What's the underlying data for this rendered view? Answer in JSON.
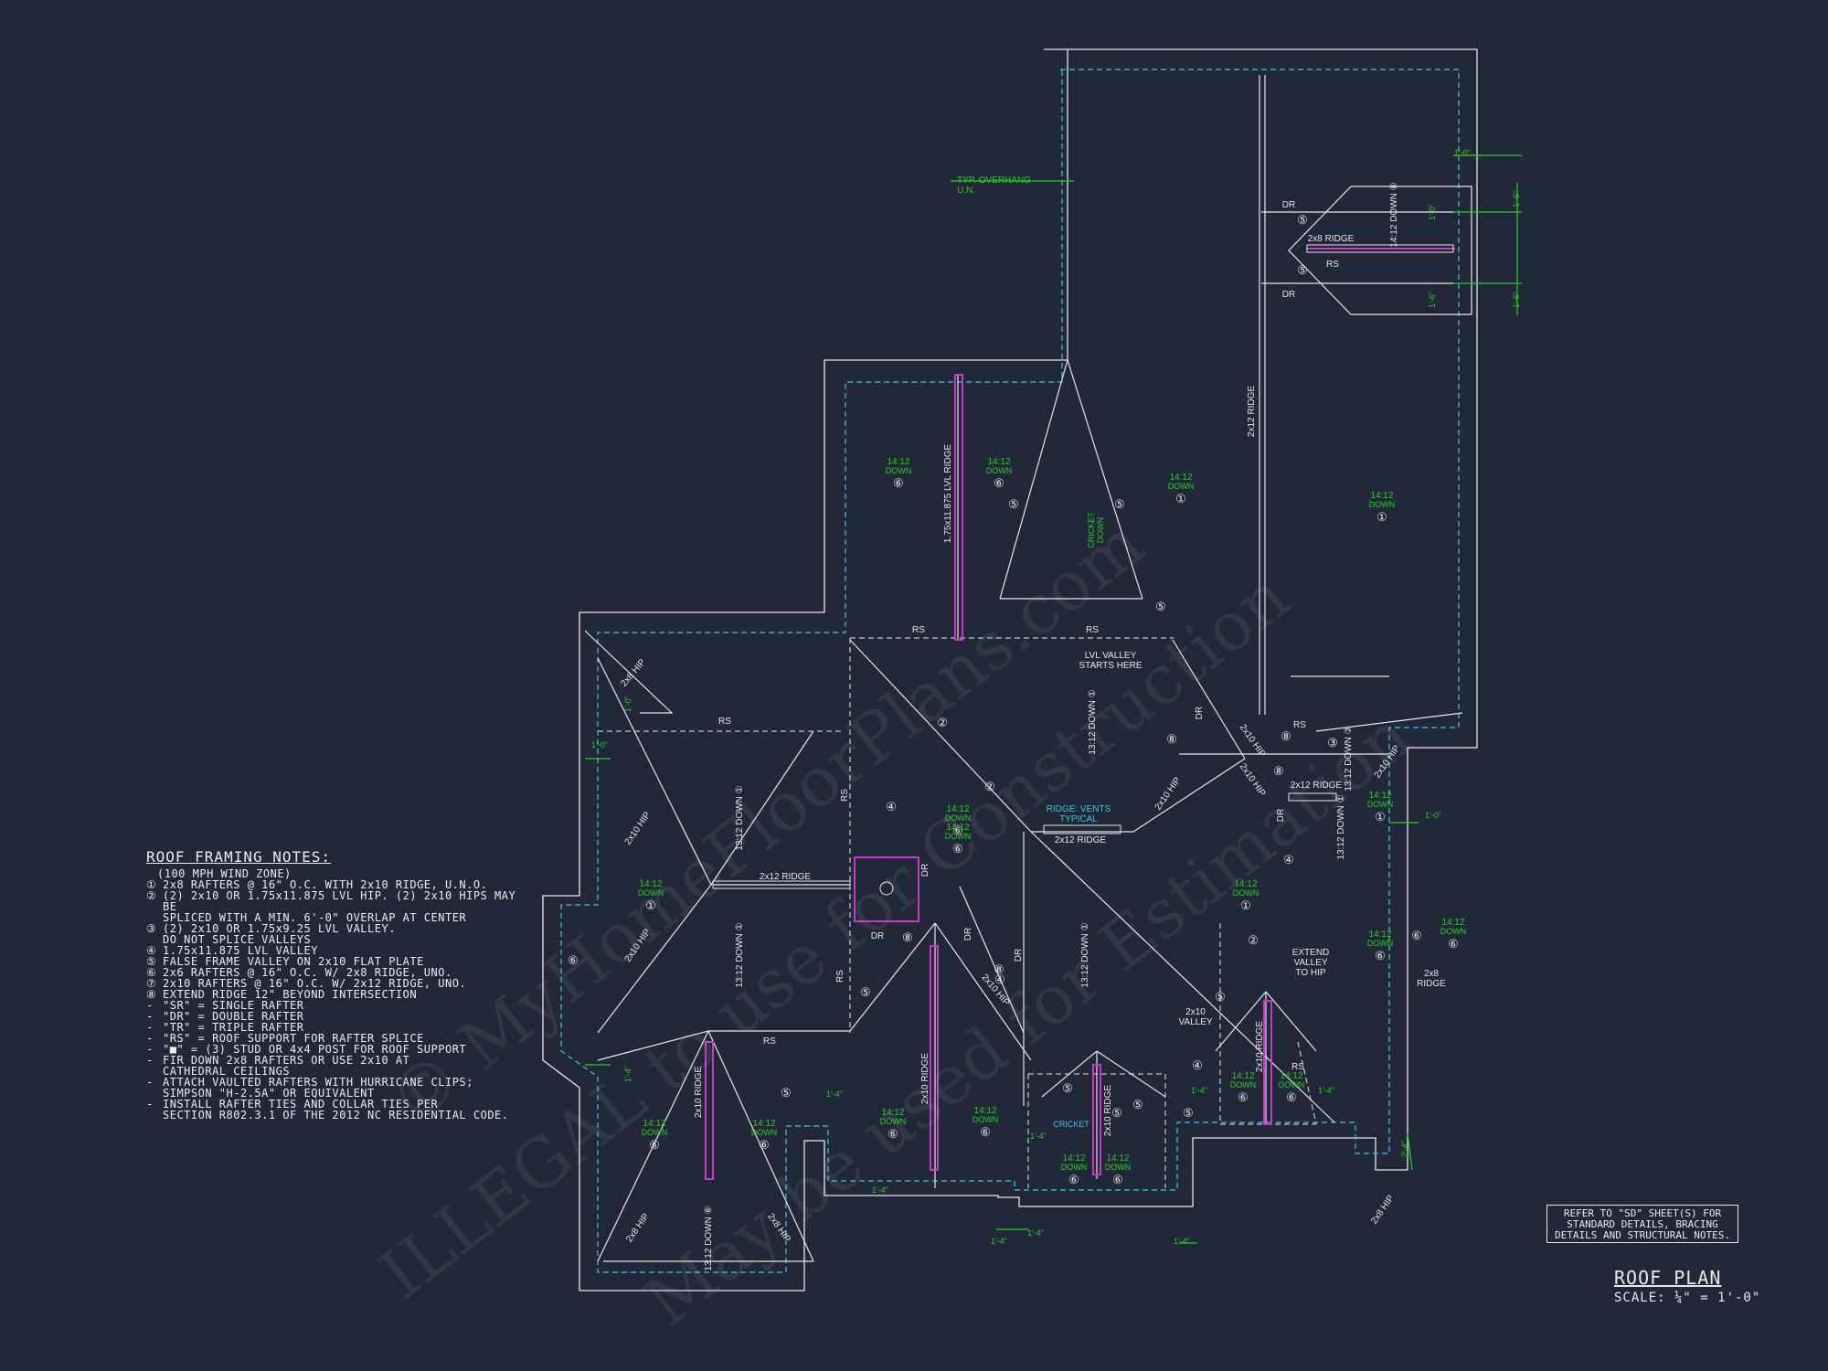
{
  "notes": {
    "title": "ROOF FRAMING NOTES:",
    "subtitle": "(100 MPH WIND ZONE)",
    "items": [
      {
        "mark": "①",
        "text": "2x8 RAFTERS @ 16\" O.C. WITH 2x10 RIDGE, U.N.O."
      },
      {
        "mark": "②",
        "text": "(2) 2x10 OR 1.75x11.875 LVL HIP. (2) 2x10 HIPS MAY BE\nSPLICED WITH A MIN. 6'-0\" OVERLAP AT CENTER"
      },
      {
        "mark": "③",
        "text": "(2) 2x10 OR 1.75x9.25 LVL VALLEY.\nDO NOT SPLICE VALLEYS"
      },
      {
        "mark": "④",
        "text": "1.75x11.875 LVL VALLEY"
      },
      {
        "mark": "⑤",
        "text": "FALSE FRAME VALLEY ON 2x10 FLAT PLATE"
      },
      {
        "mark": "⑥",
        "text": "2x6 RAFTERS @ 16\" O.C. W/ 2x8 RIDGE, UNO."
      },
      {
        "mark": "⑦",
        "text": "2x10 RAFTERS @ 16\" O.C. W/ 2x12 RIDGE, UNO."
      },
      {
        "mark": "⑧",
        "text": "EXTEND RIDGE 12\" BEYOND INTERSECTION"
      },
      {
        "mark": "-",
        "text": "\"SR\" = SINGLE RAFTER"
      },
      {
        "mark": "-",
        "text": "\"DR\" = DOUBLE RAFTER"
      },
      {
        "mark": "-",
        "text": "\"TR\" = TRIPLE RAFTER"
      },
      {
        "mark": "-",
        "text": "\"RS\" = ROOF SUPPORT FOR RAFTER SPLICE"
      },
      {
        "mark": "-",
        "text": "\"■\" = (3) STUD OR 4x4 POST FOR ROOF SUPPORT"
      },
      {
        "mark": "-",
        "text": "FIR DOWN 2x8 RAFTERS OR USE 2x10 AT\nCATHEDRAL CEILINGS"
      },
      {
        "mark": "-",
        "text": "ATTACH VAULTED RAFTERS WITH HURRICANE CLIPS;\nSIMPSON \"H-2.5A\" OR EQUIVALENT"
      },
      {
        "mark": "-",
        "text": "INSTALL RAFTER TIES AND COLLAR TIES PER\nSECTION R802.3.1 OF THE 2012 NC RESIDENTIAL CODE."
      }
    ]
  },
  "reference": "REFER TO \"SD\" SHEET(S) FOR\nSTANDARD DETAILS, BRACING\nDETAILS AND STRUCTURAL NOTES.",
  "plan_title": "ROOF PLAN",
  "plan_scale": "SCALE: ¼\" = 1'-0\"",
  "watermark": [
    "© MyHomeFloorPlans.com",
    "ILLEGAL to use for Construction",
    "May be used for Estimation"
  ],
  "colors": {
    "background": "#232838",
    "line": "#e6e6e6",
    "overhang": "#3cc4d8",
    "dimension": "#22d022",
    "ridge_accent": "#c23cc8",
    "red": "#e03030"
  },
  "labels": {
    "typ_overhang": "TYP. OVERHANG",
    "un": "U.N.",
    "lvl_valley": "LVL VALLEY\nSTARTS HERE",
    "ridge_vents": "RIDGE: VENTS\nTYPICAL",
    "extend_valley": "EXTEND\nVALLEY\nTO HIP",
    "valley_2x10": "2x10\nVALLEY",
    "ridge_2x8_note": "2x8\nRIDGE",
    "cricket": "CRICKET",
    "cricket_down": "CRICKET\nDOWN"
  },
  "pitch_tags": [
    {
      "pitch": "14:12",
      "dir": "DOWN",
      "mark": "⑥"
    },
    {
      "pitch": "14:12",
      "dir": "DOWN",
      "mark": "⑥"
    },
    {
      "pitch": "14:12",
      "dir": "DOWN",
      "mark": "①"
    },
    {
      "pitch": "14:12",
      "dir": "DOWN",
      "mark": "①"
    },
    {
      "pitch": "14:12",
      "dir": "DOWN",
      "mark": "⑥"
    },
    {
      "pitch": "14:12",
      "dir": "DOWN",
      "mark": "①"
    },
    {
      "pitch": "14:12",
      "dir": "DOWN",
      "mark": "⑥"
    },
    {
      "pitch": "14:12",
      "dir": "DOWN",
      "mark": "①"
    },
    {
      "pitch": "14:12",
      "dir": "DOWN",
      "mark": "①"
    },
    {
      "pitch": "14:12",
      "dir": "DOWN",
      "mark": "⑥"
    },
    {
      "pitch": "14:12",
      "dir": "DOWN",
      "mark": "⑥"
    },
    {
      "pitch": "14:12",
      "dir": "DOWN",
      "mark": "⑥"
    },
    {
      "pitch": "14:12",
      "dir": "DOWN",
      "mark": "⑥"
    },
    {
      "pitch": "14:12",
      "dir": "DOWN",
      "mark": "⑥"
    },
    {
      "pitch": "14:12",
      "dir": "DOWN",
      "mark": "⑥"
    },
    {
      "pitch": "14:12",
      "dir": "DOWN",
      "mark": "⑥"
    },
    {
      "pitch": "14:12",
      "dir": "DOWN",
      "mark": "⑥"
    },
    {
      "pitch": "14:12",
      "dir": "DOWN",
      "mark": "⑥"
    },
    {
      "pitch": "14:12",
      "dir": "DOWN",
      "mark": "⑥"
    }
  ],
  "vertical_pitch_tags": [
    {
      "pitch": "13:12",
      "dir": "DOWN",
      "mark": "①"
    },
    {
      "pitch": "13:12",
      "dir": "DOWN",
      "mark": "①"
    },
    {
      "pitch": "13:12",
      "dir": "DOWN",
      "mark": "①"
    },
    {
      "pitch": "13:12",
      "dir": "DOWN",
      "mark": "①"
    },
    {
      "pitch": "13:12",
      "dir": "DOWN",
      "mark": "①"
    },
    {
      "pitch": "13:12",
      "dir": "DOWN",
      "mark": "③"
    },
    {
      "pitch": "13:12",
      "dir": "DOWN",
      "mark": "⑥"
    },
    {
      "pitch": "14:12",
      "dir": "DOWN",
      "mark": "⑥"
    }
  ],
  "member_labels": [
    "2x8 RIDGE",
    "RS",
    "DR",
    "DR",
    "2x12 RIDGE",
    "1.75x11.875 LVL RIDGE",
    "RS",
    "RS",
    "RS",
    "RS",
    "RS",
    "RS",
    "RS",
    "RS",
    "DR",
    "DR",
    "DR",
    "DR",
    "DR",
    "DR",
    "2x12 RIDGE",
    "2x12 RIDGE",
    "2x12 RIDGE",
    "2x10 RIDGE",
    "2x10 RIDGE",
    "2x10 RIDGE",
    "2x10 RIDGE",
    "2x8 HIP",
    "2x10 HIP",
    "2x10 HIP",
    "2x8 HIP",
    "2x8 HIP",
    "2x10 HIP",
    "2x10 HIP",
    "2x10 HIP",
    "2x10 HIP",
    "2x10 HIP",
    "2x8 HIP"
  ],
  "dimension_labels": [
    "1'-0\"",
    "1'-6\"",
    "1'-6\"",
    "1'-0\"",
    "1'-6\"",
    "1'-0\"",
    "1'-0\"",
    "1'-4\"",
    "1'-4\"",
    "1'-4\"",
    "1'-4\"",
    "1'-4\"",
    "1'-4\"",
    "1'-4\"",
    "1'-4\"",
    "1'-4\"",
    "2'-4\"",
    "1'-0\""
  ],
  "callout_marks": [
    "⑤",
    "⑤",
    "⑤",
    "⑤",
    "⑤",
    "⑤",
    "⑤",
    "⑤",
    "⑤",
    "⑤",
    "⑤",
    "⑤",
    "②",
    "②",
    "②",
    "④",
    "④",
    "④",
    "④",
    "⑧",
    "⑧",
    "⑧",
    "⑧",
    "⑧",
    "⑥",
    "⑥",
    "③"
  ]
}
